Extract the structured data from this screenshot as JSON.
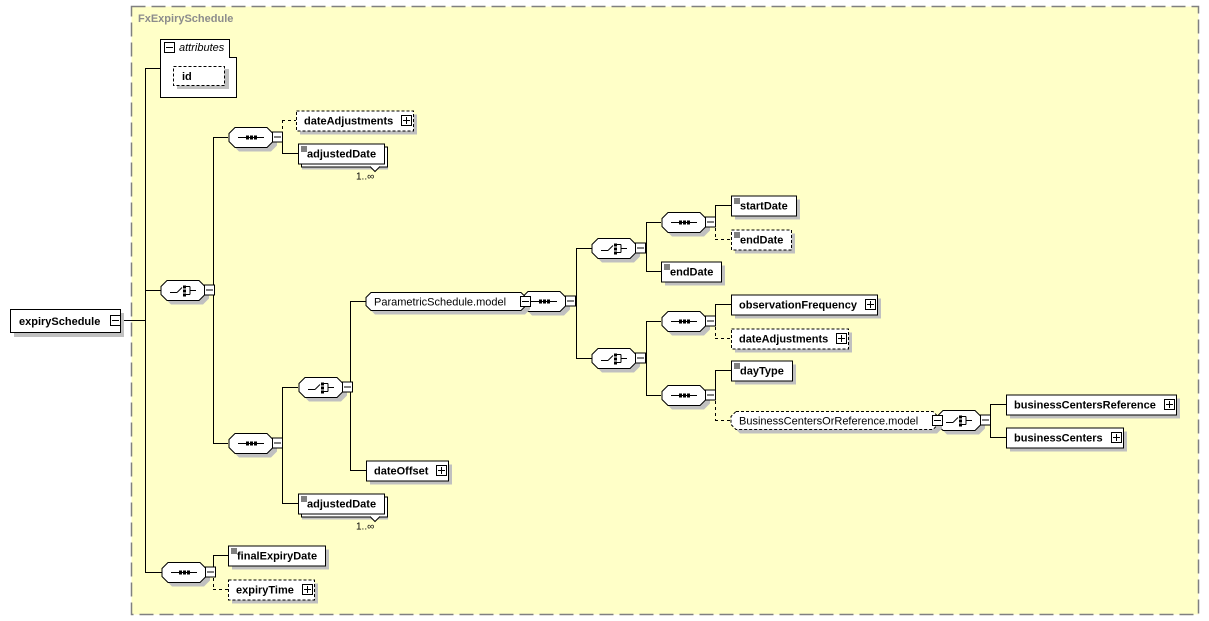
{
  "diagram": {
    "complex_type": "FxExpirySchedule",
    "root": {
      "label": "expirySchedule"
    },
    "attributes": {
      "title": "attributes",
      "items": [
        {
          "label": "id",
          "optional": true
        }
      ]
    },
    "elements": {
      "dateAdjustments_top": {
        "label": "dateAdjustments",
        "optional": true,
        "expandable": true
      },
      "adjustedDate_top": {
        "label": "adjustedDate",
        "cardinality": "1..∞"
      },
      "parametricSchedule": {
        "label": "ParametricSchedule.model"
      },
      "startDate": {
        "label": "startDate"
      },
      "endDate_opt": {
        "label": "endDate",
        "optional": true
      },
      "endDate": {
        "label": "endDate"
      },
      "observationFrequency": {
        "label": "observationFrequency",
        "expandable": true
      },
      "dateAdjustments_mid": {
        "label": "dateAdjustments",
        "optional": true,
        "expandable": true
      },
      "dayType": {
        "label": "dayType"
      },
      "businessCentersOrReference": {
        "label": "BusinessCentersOrReference.model",
        "optional": true
      },
      "businessCentersReference": {
        "label": "businessCentersReference",
        "expandable": true
      },
      "businessCenters": {
        "label": "businessCenters",
        "expandable": true
      },
      "dateOffset": {
        "label": "dateOffset",
        "expandable": true
      },
      "adjustedDate_bottom": {
        "label": "adjustedDate",
        "cardinality": "1..∞"
      },
      "finalExpiryDate": {
        "label": "finalExpiryDate"
      },
      "expiryTime": {
        "label": "expiryTime",
        "optional": true,
        "expandable": true
      }
    },
    "colors": {
      "background": "#ffffc8",
      "border": "#808080",
      "shadow": "#c0c0c0",
      "line": "#000000"
    }
  }
}
